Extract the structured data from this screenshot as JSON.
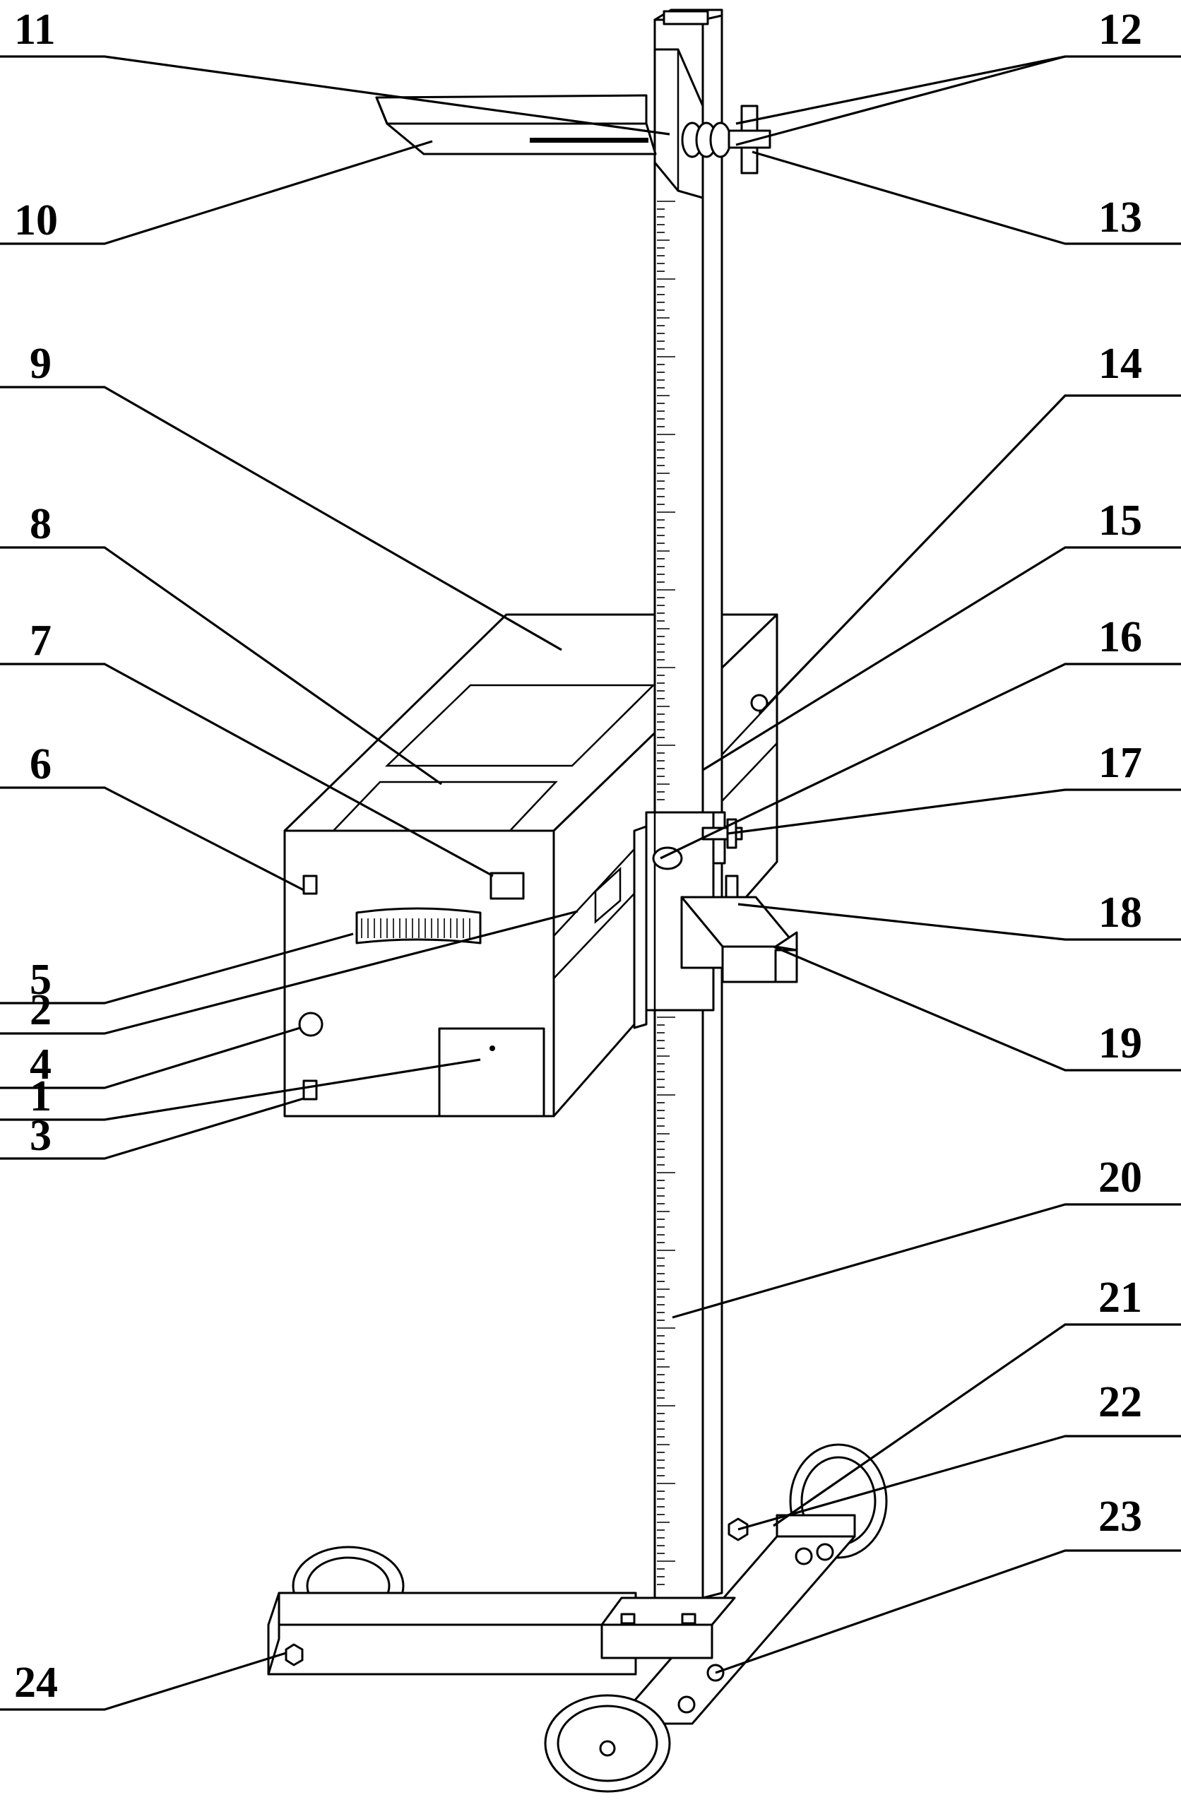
{
  "callouts": [
    {
      "id": "1",
      "text": "1"
    },
    {
      "id": "2",
      "text": "2"
    },
    {
      "id": "3",
      "text": "3"
    },
    {
      "id": "4",
      "text": "4"
    },
    {
      "id": "5",
      "text": "5"
    },
    {
      "id": "6",
      "text": "6"
    },
    {
      "id": "7",
      "text": "7"
    },
    {
      "id": "8",
      "text": "8"
    },
    {
      "id": "9",
      "text": "9"
    },
    {
      "id": "10",
      "text": "10"
    },
    {
      "id": "11",
      "text": "11"
    },
    {
      "id": "12",
      "text": "12"
    },
    {
      "id": "13",
      "text": "13"
    },
    {
      "id": "14",
      "text": "14"
    },
    {
      "id": "15",
      "text": "15"
    },
    {
      "id": "16",
      "text": "16"
    },
    {
      "id": "17",
      "text": "17"
    },
    {
      "id": "18",
      "text": "18"
    },
    {
      "id": "19",
      "text": "19"
    },
    {
      "id": "20",
      "text": "20"
    },
    {
      "id": "21",
      "text": "21"
    },
    {
      "id": "22",
      "text": "22"
    },
    {
      "id": "23",
      "text": "23"
    },
    {
      "id": "24",
      "text": "24"
    }
  ],
  "colors": {
    "ink": "#000000",
    "paper": "#ffffff"
  }
}
